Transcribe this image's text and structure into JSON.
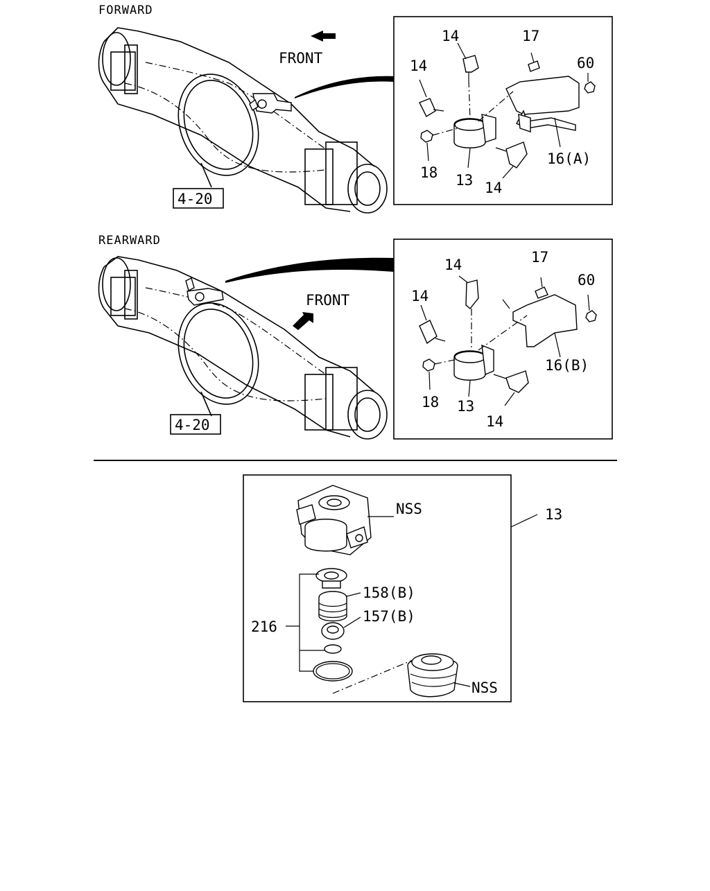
{
  "sections": {
    "forward": {
      "title": "FORWARD",
      "front_label": "FRONT",
      "ref_box": "4-20",
      "callouts": [
        "14",
        "17",
        "60",
        "14",
        "18",
        "13",
        "14",
        "16(A)"
      ]
    },
    "rearward": {
      "title": "REARWARD",
      "front_label": "FRONT",
      "ref_box": "4-20",
      "callouts": [
        "14",
        "17",
        "60",
        "14",
        "18",
        "13",
        "14",
        "16(B)"
      ]
    }
  },
  "detail": {
    "part_number": "13",
    "callouts": {
      "nss_top": "NSS",
      "p158": "158(B)",
      "p157": "157(B)",
      "kit": "216",
      "nss_bottom": "NSS"
    }
  }
}
